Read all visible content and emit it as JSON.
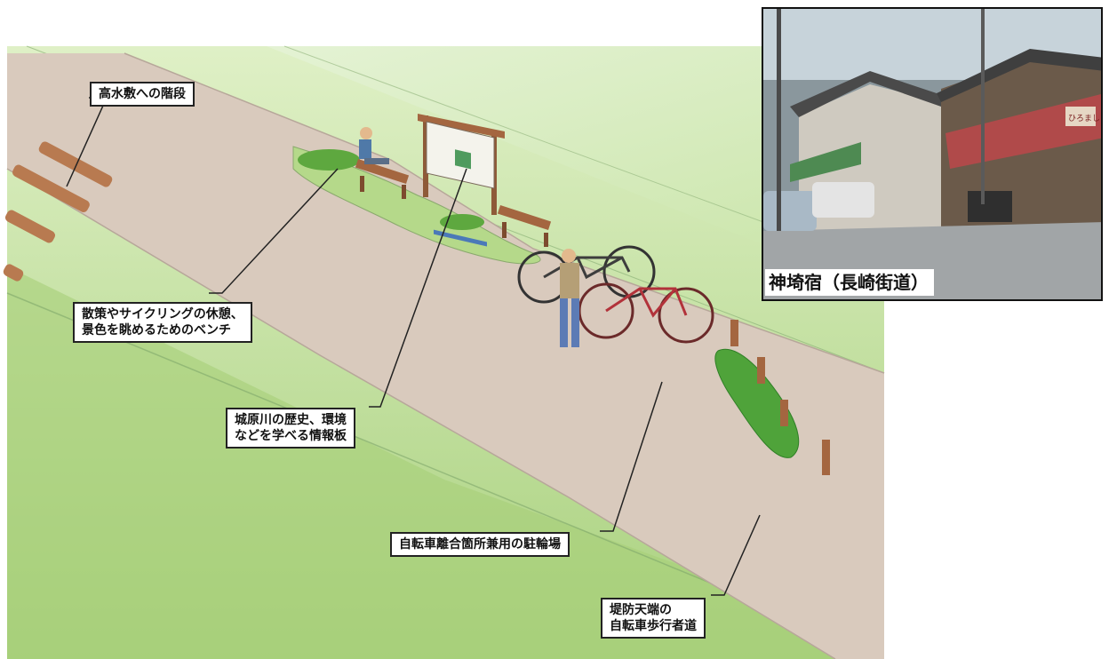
{
  "callouts": {
    "stairs": "高水敷への階段",
    "bench_line1": "散策やサイクリングの休憩、",
    "bench_line2": "景色を眺めるためのベンチ",
    "info_line1": "城原川の歴史、環境",
    "info_line2": "などを学べる情報板",
    "parking": "自転車離合箇所兼用の駐輪場",
    "path_line1": "堤防天端の",
    "path_line2": "自転車歩行者道"
  },
  "photo": {
    "caption": "神埼宿（長崎街道）",
    "sign_text": "ひろまし"
  },
  "colors": {
    "grass": "#b7da8f",
    "grass_light": "#d5ecb8",
    "path": "#d9cabd",
    "bench_wood": "#a46640",
    "bicycle_red": "#b2323a",
    "callout_border": "#222222"
  }
}
